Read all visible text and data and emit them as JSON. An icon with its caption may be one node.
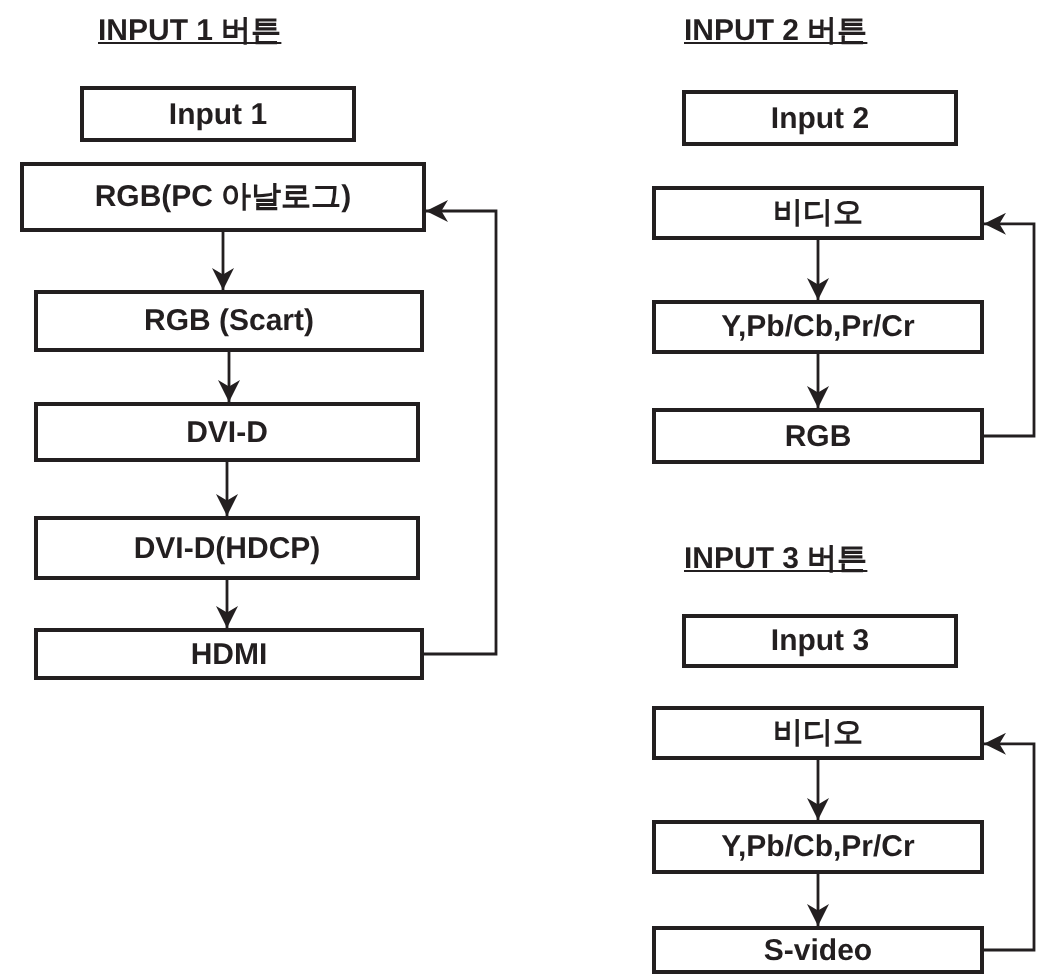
{
  "diagram": {
    "nodes": [
      {
        "text": [
          "Input 1"
        ]
      },
      {
        "text": [
          "RGB(PC 아날로그)"
        ]
      },
      {
        "text": [
          "RGB (Scart)"
        ]
      },
      {
        "text": [
          "DVI-D"
        ]
      },
      {
        "text": [
          "DVI-D(HDCP)"
        ]
      },
      {
        "text": [
          "HDMI"
        ]
      },
      {
        "text": [
          "Input 2"
        ]
      },
      {
        "text": [
          "비디오"
        ]
      },
      {
        "text": [
          "Y,Pb/Cb,Pr/Cr"
        ]
      },
      {
        "text": [
          "RGB"
        ]
      },
      {
        "text": [
          "Input 3"
        ]
      },
      {
        "text": [
          "비디오"
        ]
      },
      {
        "text": [
          "Y,Pb/Cb,Pr/Cr"
        ]
      },
      {
        "text": [
          "S-video"
        ]
      }
    ],
    "edges": [
      {
        "from": 1,
        "to": 2,
        "arrow": "to"
      },
      {
        "from": 2,
        "to": 3,
        "arrow": "to"
      },
      {
        "from": 3,
        "to": 4,
        "arrow": "to"
      },
      {
        "from": 4,
        "to": 5,
        "arrow": "to"
      },
      {
        "from": 5,
        "to": 1,
        "arrow": "to"
      },
      {
        "from": 7,
        "to": 8,
        "arrow": "to"
      },
      {
        "from": 8,
        "to": 9,
        "arrow": "to"
      },
      {
        "from": 9,
        "to": 7,
        "arrow": "to"
      },
      {
        "from": 11,
        "to": 12,
        "arrow": "to"
      },
      {
        "from": 12,
        "to": 13,
        "arrow": "to"
      },
      {
        "from": 13,
        "to": 11,
        "arrow": "to"
      }
    ],
    "labels": [
      "INPUT 1 버튼",
      "INPUT 2 버튼",
      "INPUT 3 버튼"
    ]
  }
}
